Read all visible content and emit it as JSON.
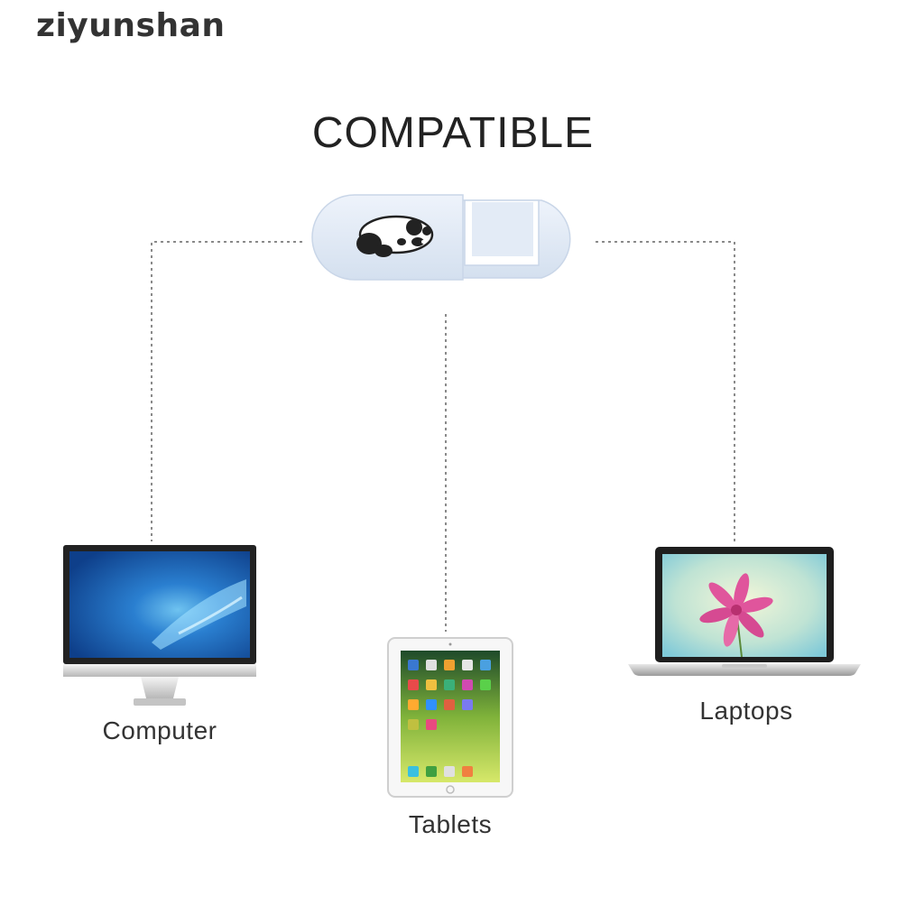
{
  "brand": "ziyunshan",
  "headline": "COMPATIBLE",
  "devices": [
    {
      "label": "Computer",
      "icon": "monitor-icon"
    },
    {
      "label": "Tablets",
      "icon": "tablet-icon"
    },
    {
      "label": "Laptops",
      "icon": "laptop-icon"
    }
  ],
  "colors": {
    "cover": "#dfe9f6",
    "connector": "#888888",
    "screen_blue": "#1f64b8",
    "tablet_green": "#9bc43a",
    "flower_pink": "#e0559c"
  }
}
